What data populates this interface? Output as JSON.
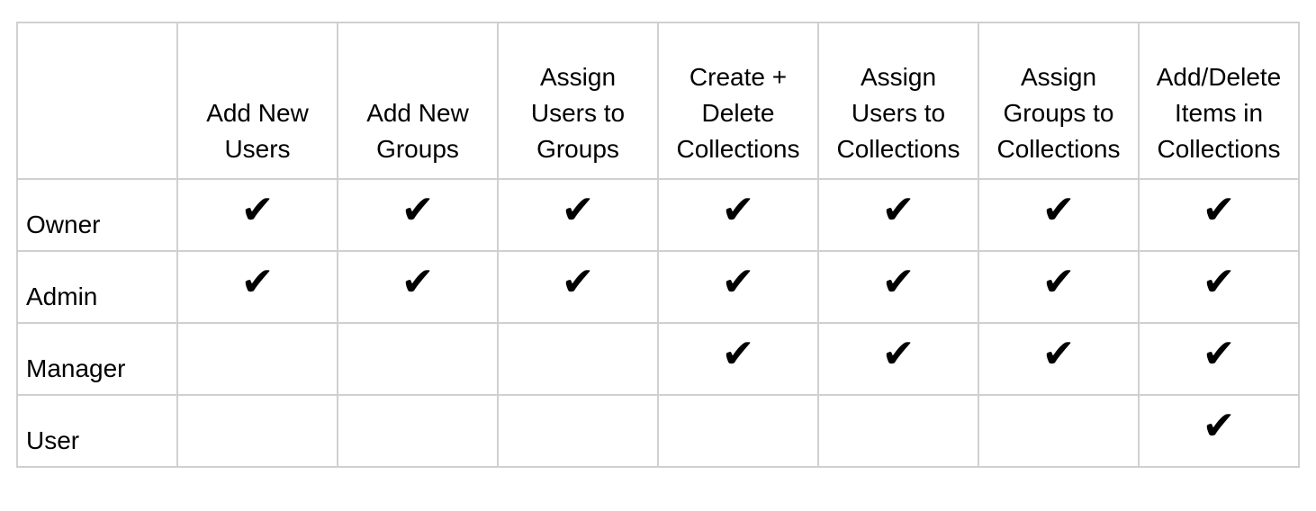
{
  "table": {
    "corner": "",
    "headers": [
      "Add New\nUsers",
      "Add New\nGroups",
      "Assign\nUsers to\nGroups",
      "Create +\nDelete\nCollections",
      "Assign\nUsers to\nCollections",
      "Assign\nGroups to\nCollections",
      "Add/Delete\nItems in\nCollections"
    ],
    "check_glyph": "✔",
    "rows": [
      {
        "role": "Owner",
        "permissions": [
          true,
          true,
          true,
          true,
          true,
          true,
          true
        ]
      },
      {
        "role": "Admin",
        "permissions": [
          true,
          true,
          true,
          true,
          true,
          true,
          true
        ]
      },
      {
        "role": "Manager",
        "permissions": [
          false,
          false,
          false,
          true,
          true,
          true,
          true
        ]
      },
      {
        "role": "User",
        "permissions": [
          false,
          false,
          false,
          false,
          false,
          false,
          true
        ]
      }
    ]
  }
}
